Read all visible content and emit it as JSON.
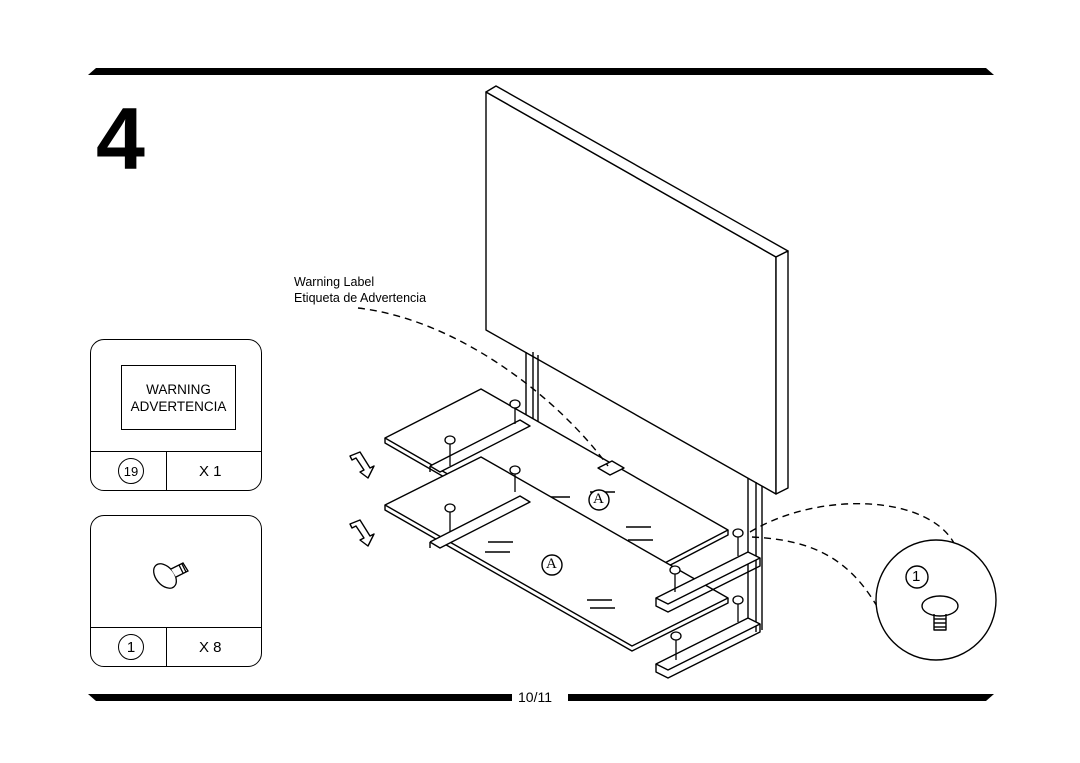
{
  "step": {
    "number": "4"
  },
  "callout": {
    "label_en": "Warning Label",
    "label_es": "Etiqueta de Advertencia"
  },
  "parts": [
    {
      "part_number": "19",
      "label_lines": [
        "WARNING",
        "ADVERTENCIA"
      ],
      "quantity": "X 1"
    },
    {
      "part_number": "1",
      "icon": "shelf-pin-icon",
      "quantity": "X 8"
    }
  ],
  "diagram": {
    "shelf_markers": [
      "A",
      "A"
    ],
    "detail_part_number": "1"
  },
  "footer": {
    "page": "10/11"
  }
}
